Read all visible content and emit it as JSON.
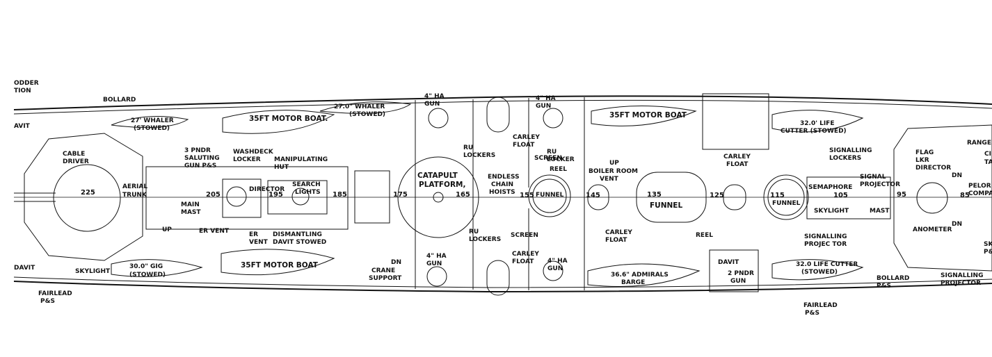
{
  "labels": {
    "rudder": [
      "ODDER",
      "TION"
    ],
    "davit_aft_top": "AVIT",
    "davit_aft_bottom": "DAVIT",
    "bollard_aft": "BOLLARD",
    "whaler_aft": [
      "27' WHALER",
      "(STOWED)"
    ],
    "motor_boat_1": "35FT MOTOR BOAT.",
    "whaler_fwd": [
      "27.0\" WHALER",
      "(STOWED)"
    ],
    "ha_gun_1": [
      "4\" HA",
      "GUN"
    ],
    "ha_gun_2": [
      "4\" HA",
      "GUN"
    ],
    "carley_float_1": [
      "CARLEY",
      "FLOAT"
    ],
    "motor_boat_2": "35FT MOTOR BOAT",
    "life_cutter_1": [
      "32.0' LIFE",
      "CUTTER (STOWED)"
    ],
    "rangefinder": "RANGEF",
    "right_cut_top": [
      "CI",
      "TA"
    ],
    "cable_driver": [
      "CABLE",
      "DRIVER"
    ],
    "saluting_gun": [
      "3 PNDR",
      "SALUTING",
      "GUN P&S"
    ],
    "washdeck": [
      "WASHDECK",
      "LOCKER"
    ],
    "manipulating_hut": [
      "MANIPULATING",
      "HUT"
    ],
    "ru_lockers_1": [
      "RU",
      "LOCKERS"
    ],
    "screen_1": "SCREEN",
    "ru_locker_2": [
      "RU",
      "LOCKER"
    ],
    "reel_1": "REEL",
    "up_1": "UP",
    "boiler_room_vent": [
      "BOILER ROOM",
      "VENT"
    ],
    "carley_float_2": [
      "CARLEY",
      "FLOAT"
    ],
    "signalling_lockers": [
      "SIGNALLING",
      "LOCKERS"
    ],
    "flag_locker": [
      "FLAG",
      "LKR"
    ],
    "director_fwd": "DIRECTOR",
    "dn_1": "DN",
    "num_225": "225",
    "aerial_trunk": [
      "AERIAL",
      "TRUNK"
    ],
    "num_205": "205",
    "director_aft": "DIRECTOR",
    "num_195": "195",
    "search_lights": [
      "SEARCH",
      "LIGHTS"
    ],
    "num_185": "185",
    "num_175": "175",
    "catapult_platform": [
      "CATAPULT",
      "PLATFORM,"
    ],
    "num_165": "165",
    "endless_chain": [
      "ENDLESS",
      "CHAIN",
      "HOISTS"
    ],
    "num_155": "155",
    "funnel_1": "FUNNEL",
    "num_145": "145",
    "num_135": "135",
    "funnel_2": "FUNNEL",
    "num_125": "125",
    "num_115": "115",
    "funnel_3": "FUNNEL",
    "semaphore": "SEMAPHORE",
    "num_105": "105",
    "signal_projector_1": [
      "SIGNAL",
      "PROJECTOR"
    ],
    "num_95": "95",
    "num_85": "85",
    "pelorus": "PELORI",
    "compass": "COMPA",
    "main_mast": [
      "MAIN",
      "MAST"
    ],
    "up_2": "UP",
    "er_vent_1": "ER VENT",
    "er_vent_2": [
      "ER",
      "VENT"
    ],
    "dismantling_davit": [
      "DISMANTLING",
      "DAVIT STOWED"
    ],
    "skylight_1": "SKYLIGHT",
    "mast_fwd": "MAST",
    "dn_2": "DN",
    "anemometer": "ANOMETER",
    "signalling_projector_2": [
      "SIGNALLING",
      "PROJEC TOR"
    ],
    "reel_2": "REEL",
    "carley_float_3": [
      "CARLEY",
      "FLOAT"
    ],
    "screen_2": "SCREEN",
    "ru_lockers_3": [
      "RU",
      "LOCKERS"
    ],
    "carley_float_4": [
      "CARLEY",
      "FLOAT"
    ],
    "skylight_2": "SKYLIGHT",
    "gig": [
      "30.0\" GIG",
      "(STOWED)"
    ],
    "motor_boat_3": "35FT MOTOR BOAT",
    "crane_support": [
      "CRANE",
      "SUPPORT"
    ],
    "dn_3": "DN",
    "ha_gun_3": [
      "4\" HA",
      "GUN"
    ],
    "ha_gun_4": [
      "4\" HA",
      "GUN"
    ],
    "admirals_barge": [
      "36.6\" ADMIRALS",
      "BARGE"
    ],
    "davit_fwd": "DAVIT",
    "pndr_gun": [
      "2 PNDR",
      "GUN"
    ],
    "life_cutter_2": [
      "32.0 LIFE CUTTER",
      "(STOWED)"
    ],
    "bollard_fwd": [
      "BOLLARD",
      "P&S"
    ],
    "signalling_projector_3": [
      "SIGNALLING",
      "PROJECTOR"
    ],
    "fairlead_aft": [
      "FAIRLEAD",
      "P&S"
    ],
    "fairlead_fwd": [
      "FAIRLEAD",
      "P&S"
    ],
    "right_cut_bottom": [
      "SK",
      "P&"
    ]
  }
}
